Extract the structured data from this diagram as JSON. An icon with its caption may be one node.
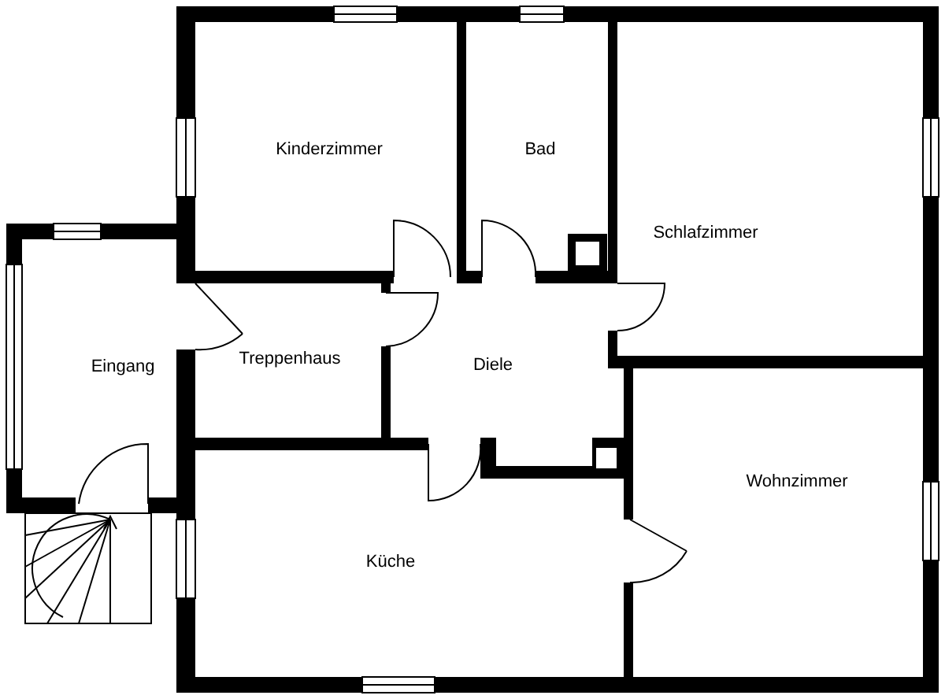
{
  "diagram": {
    "nodes": [
      {
        "text": [
          "Kinderzimmer"
        ]
      },
      {
        "text": [
          "Bad"
        ]
      },
      {
        "text": [
          "Schlafzimmer"
        ]
      },
      {
        "text": [
          "Eingang"
        ]
      },
      {
        "text": [
          "Treppenhaus"
        ]
      },
      {
        "text": [
          "Diele"
        ]
      },
      {
        "text": [
          "Wohnzimmer"
        ]
      },
      {
        "text": [
          "Küche"
        ]
      }
    ]
  }
}
